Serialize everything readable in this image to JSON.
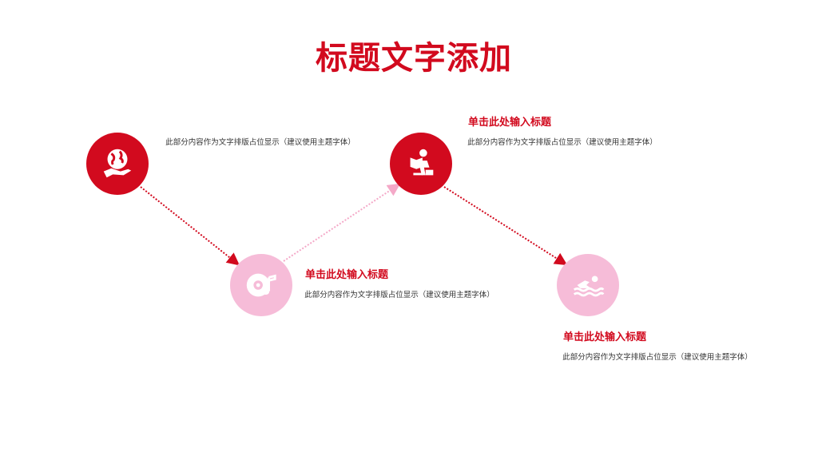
{
  "title": "标题文字添加",
  "colors": {
    "accent": "#D20A1E",
    "pink": "#F6BCD8",
    "pink_dots": "#F4A9C8",
    "title": "#D20A1E",
    "heading": "#D20A1E"
  },
  "steps": [
    {
      "icon": "globe-hand-icon",
      "style": "red",
      "body": "此部分内容作为文字排版占位显示（建议使用主题字体）"
    },
    {
      "icon": "music-disc-icon",
      "style": "pink",
      "heading": "单击此处输入标题",
      "body": "此部分内容作为文字排版占位显示（建议使用主题字体）"
    },
    {
      "icon": "reading-person-icon",
      "style": "red",
      "heading": "单击此处输入标题",
      "body": "此部分内容作为文字排版占位显示（建议使用主题字体）"
    },
    {
      "icon": "swimmer-icon",
      "style": "pink",
      "heading": "单击此处输入标题",
      "body": "此部分内容作为文字排版占位显示（建议使用主题字体）"
    }
  ]
}
